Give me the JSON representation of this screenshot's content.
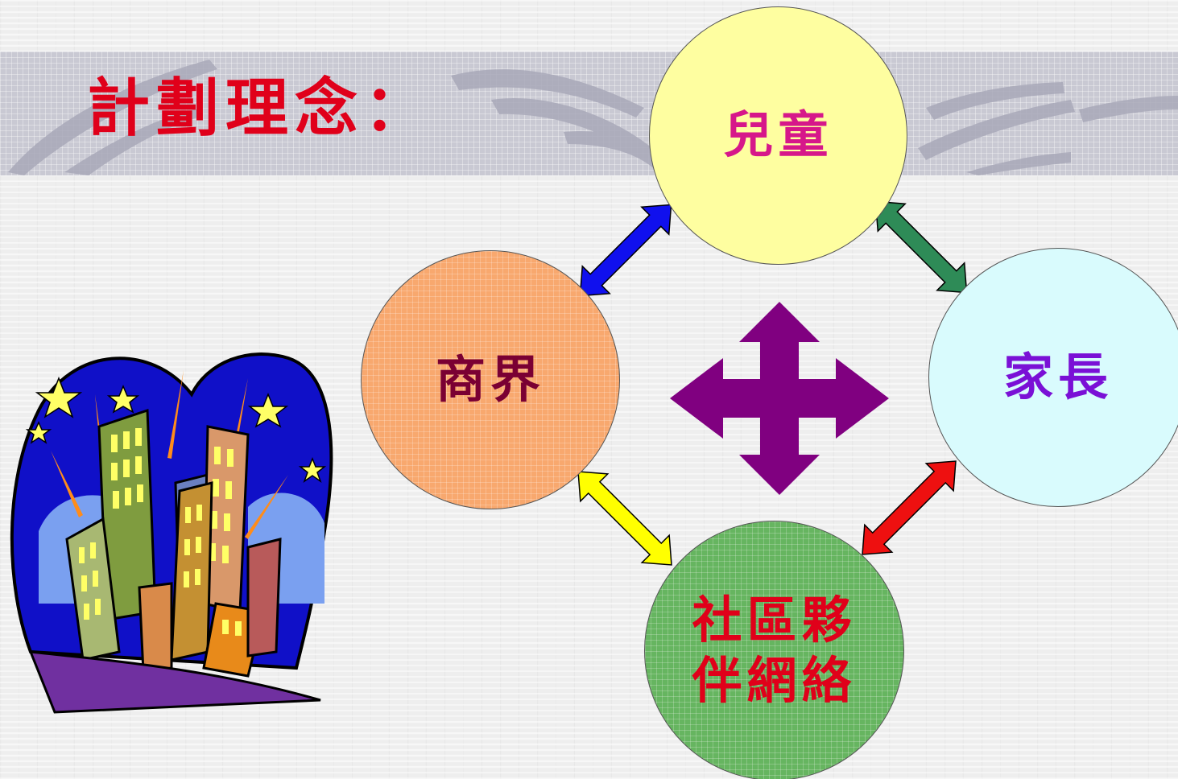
{
  "slide": {
    "title": "計劃理念："
  },
  "nodes": {
    "children": {
      "label": "兒童",
      "fill": "#fefea0",
      "text_color": "#d6178a"
    },
    "business": {
      "label": "商界",
      "fill": "#f8a86e",
      "text_color": "#7a0033"
    },
    "parents": {
      "label": "家長",
      "fill": "#d9fbfd",
      "text_color": "#7a10d6"
    },
    "community": {
      "line1": "社區夥",
      "line2": "伴網絡",
      "fill": "#66b560",
      "text_color": "#e0001a"
    }
  },
  "arrows": {
    "business_children": "#1010ee",
    "children_parents": "#2e8b57",
    "parents_community": "#ee1010",
    "business_community": "#ffff00",
    "center_cross": "#800080"
  },
  "icons": [
    "four-way-arrow-icon",
    "city-buildings-icon"
  ]
}
